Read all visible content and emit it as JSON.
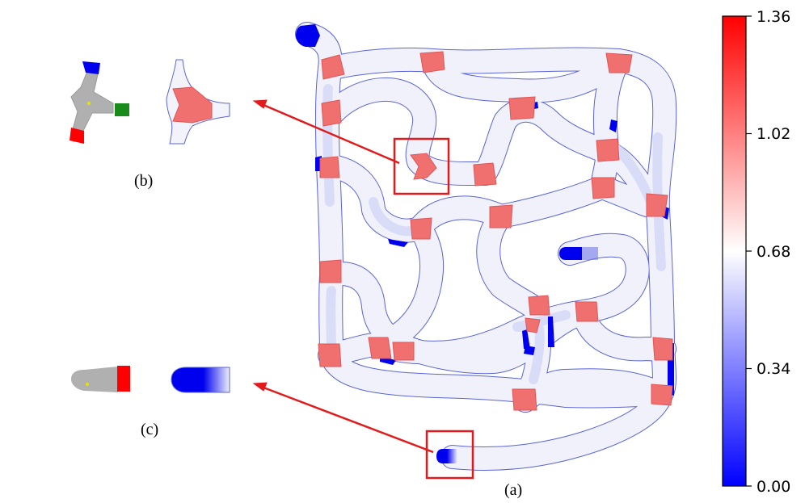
{
  "captions": {
    "a": "(a)",
    "b": "(b)",
    "c": "(c)"
  },
  "colorbar": {
    "min": 0.0,
    "max": 1.36,
    "ticks": [
      "1.36",
      "1.02",
      "0.68",
      "0.34",
      "0.00"
    ],
    "colors": {
      "low": "#0000ff",
      "mid": "#ffffff",
      "high": "#ff0000"
    }
  },
  "colors": {
    "segment_gray": "#b0b0b0",
    "highlight_box": "#e31a1c",
    "junction_red": "#f07070",
    "endpoint_blue": "#0000ee",
    "branch_green": "#1a8a1a",
    "tube_tint": "#eef0fb",
    "tube_edge": "#5a64d8"
  }
}
